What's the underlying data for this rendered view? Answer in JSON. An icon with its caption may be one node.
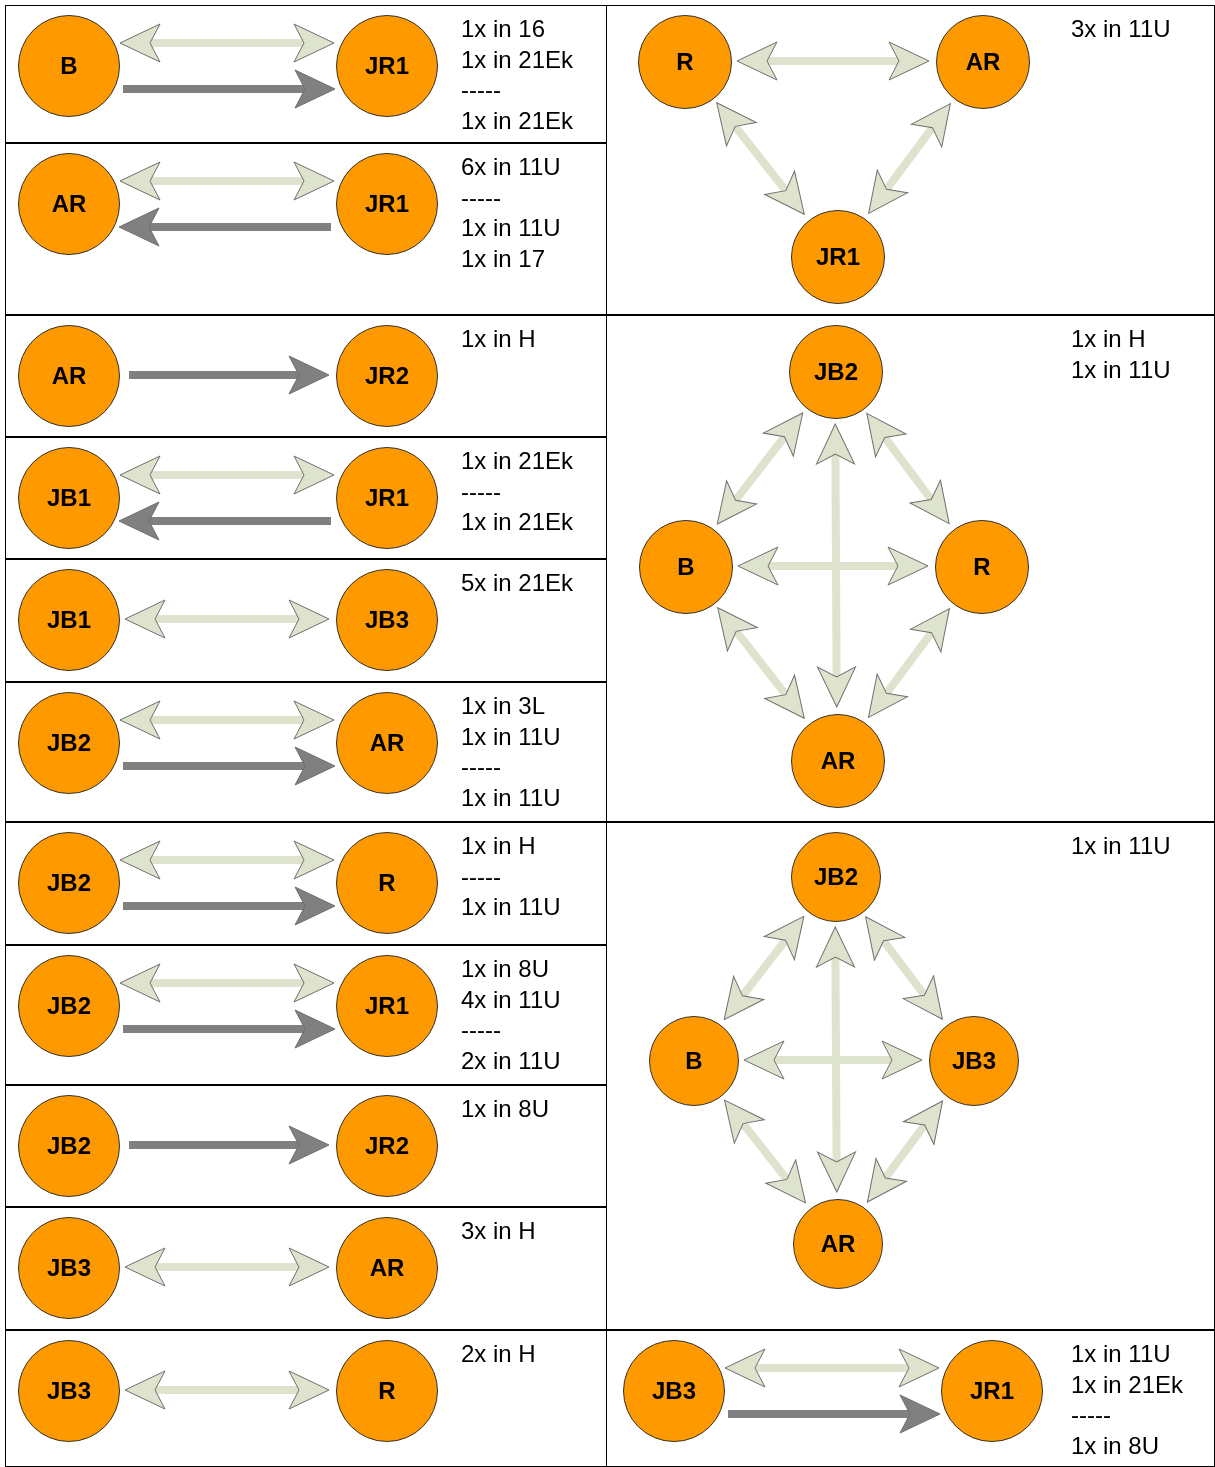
{
  "diagram": {
    "nodes": [
      {
        "text": [
          "1x in 16",
          "1x in 21Ek",
          "-----",
          "1x in 21Ek"
        ]
      },
      {
        "text": [
          "B"
        ],
        "in": 0
      },
      {
        "text": [
          "JR1"
        ],
        "in": 0
      },
      {
        "text": [
          "3x in 11U"
        ]
      },
      {
        "text": [
          "R"
        ],
        "in": 3
      },
      {
        "text": [
          "AR"
        ],
        "in": 3
      },
      {
        "text": [
          "JR1"
        ],
        "in": 3
      },
      {
        "text": [
          "6x in 11U",
          "-----",
          "1x in 11U",
          "1x in 17"
        ]
      },
      {
        "text": [
          "AR"
        ],
        "in": 7
      },
      {
        "text": [
          "JR1"
        ],
        "in": 7
      },
      {
        "text": [
          "1x in H"
        ]
      },
      {
        "text": [
          "AR"
        ],
        "in": 10
      },
      {
        "text": [
          "JR2"
        ],
        "in": 10
      },
      {
        "text": [
          "1x in H",
          "1x in 11U"
        ]
      },
      {
        "text": [
          "JB2"
        ],
        "in": 13
      },
      {
        "text": [
          "B"
        ],
        "in": 13
      },
      {
        "text": [
          "R"
        ],
        "in": 13
      },
      {
        "text": [
          "AR"
        ],
        "in": 13
      },
      {
        "text": [
          "1x in 21Ek",
          "-----",
          "1x in 21Ek"
        ]
      },
      {
        "text": [
          "JB1"
        ],
        "in": 18
      },
      {
        "text": [
          "JR1"
        ],
        "in": 18
      },
      {
        "text": [
          "5x in 21Ek"
        ]
      },
      {
        "text": [
          "JB1"
        ],
        "in": 21
      },
      {
        "text": [
          "JB3"
        ],
        "in": 21
      },
      {
        "text": [
          "1x in 3L",
          "1x in 11U",
          "-----",
          "1x in 11U"
        ]
      },
      {
        "text": [
          "JB2"
        ],
        "in": 24
      },
      {
        "text": [
          "AR"
        ],
        "in": 24
      },
      {
        "text": [
          "1x in H",
          "-----",
          "1x in 11U"
        ]
      },
      {
        "text": [
          "JB2"
        ],
        "in": 27
      },
      {
        "text": [
          "R"
        ],
        "in": 27
      },
      {
        "text": [
          "1x in 11U"
        ]
      },
      {
        "text": [
          "JB2"
        ],
        "in": 30
      },
      {
        "text": [
          "B"
        ],
        "in": 30
      },
      {
        "text": [
          "JB3"
        ],
        "in": 30
      },
      {
        "text": [
          "AR"
        ],
        "in": 30
      },
      {
        "text": [
          "1x in 8U",
          "4x in 11U",
          "-----",
          "2x in 11U"
        ]
      },
      {
        "text": [
          "JB2"
        ],
        "in": 35
      },
      {
        "text": [
          "JR1"
        ],
        "in": 35
      },
      {
        "text": [
          "1x in 8U"
        ]
      },
      {
        "text": [
          "JB2"
        ],
        "in": 38
      },
      {
        "text": [
          "JR2"
        ],
        "in": 38
      },
      {
        "text": [
          "3x in H"
        ]
      },
      {
        "text": [
          "JB3"
        ],
        "in": 41
      },
      {
        "text": [
          "AR"
        ],
        "in": 41
      },
      {
        "text": [
          "2x in H"
        ]
      },
      {
        "text": [
          "JB3"
        ],
        "in": 44
      },
      {
        "text": [
          "R"
        ],
        "in": 44
      },
      {
        "text": [
          "1x in 11U",
          "1x in 21Ek",
          "-----",
          "1x in 8U"
        ]
      },
      {
        "text": [
          "JB3"
        ],
        "in": 47
      },
      {
        "text": [
          "JR1"
        ],
        "in": 47
      }
    ],
    "edges": [
      {
        "from": 1,
        "to": 2,
        "arrow": "both"
      },
      {
        "from": 1,
        "to": 2,
        "arrow": "to",
        "color": "#808080"
      },
      {
        "from": 4,
        "to": 5,
        "arrow": "both"
      },
      {
        "from": 4,
        "to": 6,
        "arrow": "both"
      },
      {
        "from": 5,
        "to": 6,
        "arrow": "both"
      },
      {
        "from": 8,
        "to": 9,
        "arrow": "both"
      },
      {
        "from": 9,
        "to": 8,
        "arrow": "to",
        "color": "#808080"
      },
      {
        "from": 11,
        "to": 12,
        "arrow": "to",
        "color": "#808080"
      },
      {
        "from": 14,
        "to": 15,
        "arrow": "both"
      },
      {
        "from": 14,
        "to": 16,
        "arrow": "both"
      },
      {
        "from": 14,
        "to": 17,
        "arrow": "both"
      },
      {
        "from": 15,
        "to": 16,
        "arrow": "both"
      },
      {
        "from": 15,
        "to": 17,
        "arrow": "both"
      },
      {
        "from": 16,
        "to": 17,
        "arrow": "both"
      },
      {
        "from": 19,
        "to": 20,
        "arrow": "both"
      },
      {
        "from": 20,
        "to": 19,
        "arrow": "to",
        "color": "#808080"
      },
      {
        "from": 22,
        "to": 23,
        "arrow": "both"
      },
      {
        "from": 25,
        "to": 26,
        "arrow": "both"
      },
      {
        "from": 25,
        "to": 26,
        "arrow": "to",
        "color": "#808080"
      },
      {
        "from": 28,
        "to": 29,
        "arrow": "both"
      },
      {
        "from": 28,
        "to": 29,
        "arrow": "to",
        "color": "#808080"
      },
      {
        "from": 31,
        "to": 32,
        "arrow": "both"
      },
      {
        "from": 31,
        "to": 33,
        "arrow": "both"
      },
      {
        "from": 31,
        "to": 34,
        "arrow": "both"
      },
      {
        "from": 32,
        "to": 33,
        "arrow": "both"
      },
      {
        "from": 32,
        "to": 34,
        "arrow": "both"
      },
      {
        "from": 33,
        "to": 34,
        "arrow": "both"
      },
      {
        "from": 36,
        "to": 37,
        "arrow": "both"
      },
      {
        "from": 36,
        "to": 37,
        "arrow": "to",
        "color": "#808080"
      },
      {
        "from": 39,
        "to": 40,
        "arrow": "to",
        "color": "#808080"
      },
      {
        "from": 42,
        "to": 43,
        "arrow": "both"
      },
      {
        "from": 45,
        "to": 46,
        "arrow": "both"
      },
      {
        "from": 48,
        "to": 49,
        "arrow": "both"
      },
      {
        "from": 48,
        "to": 49,
        "arrow": "to",
        "color": "#808080"
      }
    ]
  }
}
